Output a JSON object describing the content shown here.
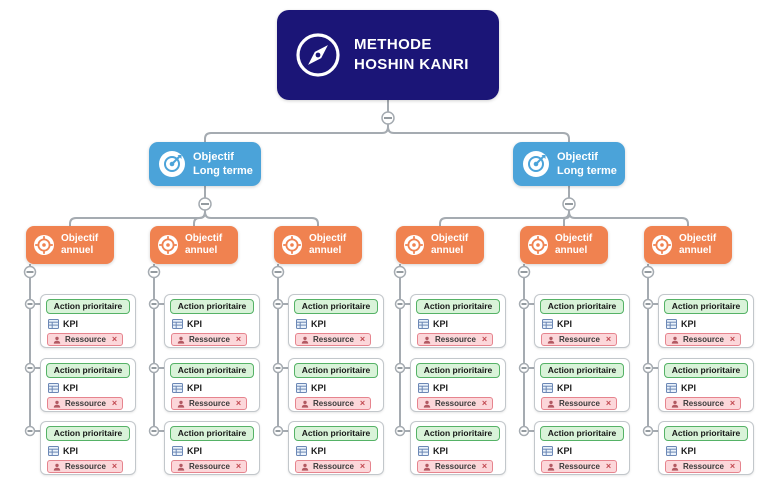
{
  "root": {
    "title_line1": "METHODE",
    "title_line2": "HOSHIN KANRI",
    "icon": "compass-icon"
  },
  "long_term": {
    "count": 2,
    "line1": "Objectif",
    "line2": "Long terme",
    "icon": "target-arrow-icon"
  },
  "annual": {
    "per_branch": 3,
    "line1": "Objectif",
    "line2": "annuel",
    "icon": "compass-target-icon"
  },
  "action": {
    "per_annual": 3,
    "header": "Action prioritaire",
    "kpi_label": "KPI",
    "resource_label": "Ressource",
    "remove_symbol": "×"
  },
  "toggles": {
    "state_symbol": "−"
  },
  "colors": {
    "root_bg": "#1b1577",
    "long_term_bg": "#4ba3d9",
    "annual_bg": "#f08250",
    "action_header_bg": "#d9f3d9",
    "action_header_border": "#55b266",
    "resource_bg": "#fcd7da",
    "resource_border": "#e6848e",
    "connector": "#a5abb1"
  }
}
